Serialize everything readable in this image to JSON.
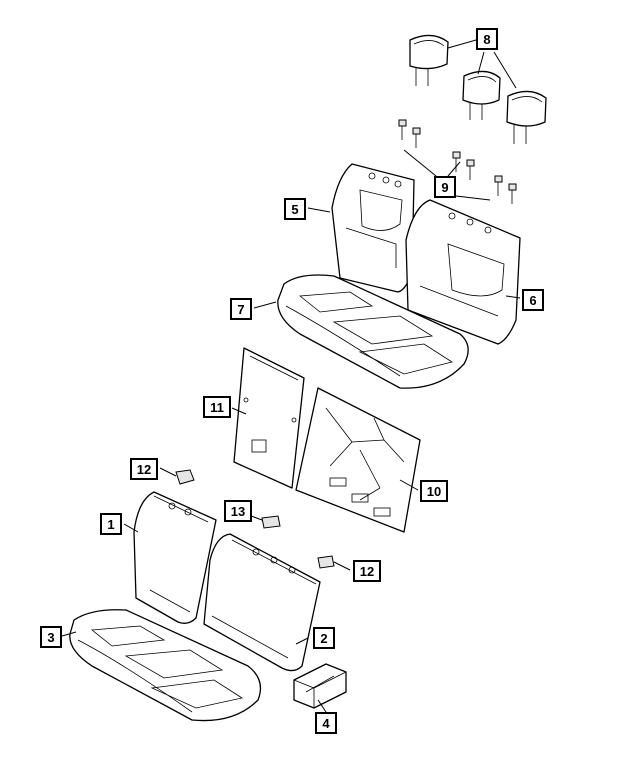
{
  "callouts": {
    "c1": "1",
    "c2": "2",
    "c3": "3",
    "c4": "4",
    "c5": "5",
    "c6": "6",
    "c7": "7",
    "c8": "8",
    "c9": "9",
    "c10": "10",
    "c11": "11",
    "c12a": "12",
    "c12b": "12",
    "c13": "13"
  }
}
